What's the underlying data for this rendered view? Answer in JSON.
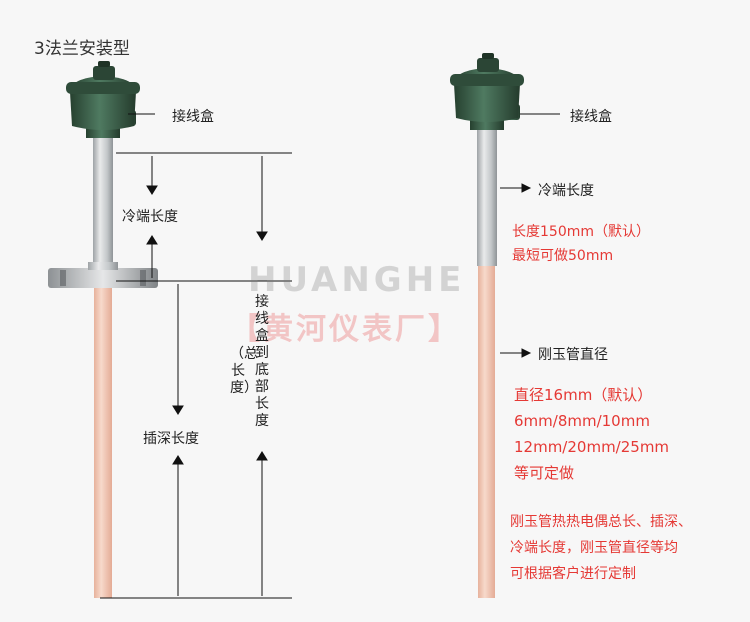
{
  "title": "3法兰安装型",
  "watermark": {
    "brand_en": "HUANGHE",
    "brand_cn": "【黄河仪表厂】"
  },
  "left": {
    "junction_box": "接线盒",
    "cold_end_length": "冷端长度",
    "insertion_depth": "插深长度",
    "total_length_vertical": "接线盒到底部长度",
    "total_length_note": "（总长度）"
  },
  "right": {
    "junction_box": "接线盒",
    "cold_end_length": "冷端长度",
    "cold_end_spec": [
      "长度150mm（默认）",
      "最短可做50mm"
    ],
    "corundum_tube_diameter": "刚玉管直径",
    "diameter_spec": [
      "直径16mm（默认）",
      "6mm/8mm/10mm",
      "12mm/20mm/25mm",
      "等可定做"
    ],
    "custom_note": [
      "刚玉管热热电偶总长、插深、",
      "冷端长度，刚玉管直径等均",
      "可根据客户进行定制"
    ]
  },
  "colors": {
    "head_green": "#3a5e4a",
    "tube_pink": "#efc3b0",
    "steel": "#c9ccce",
    "accent_red": "#e53935"
  }
}
